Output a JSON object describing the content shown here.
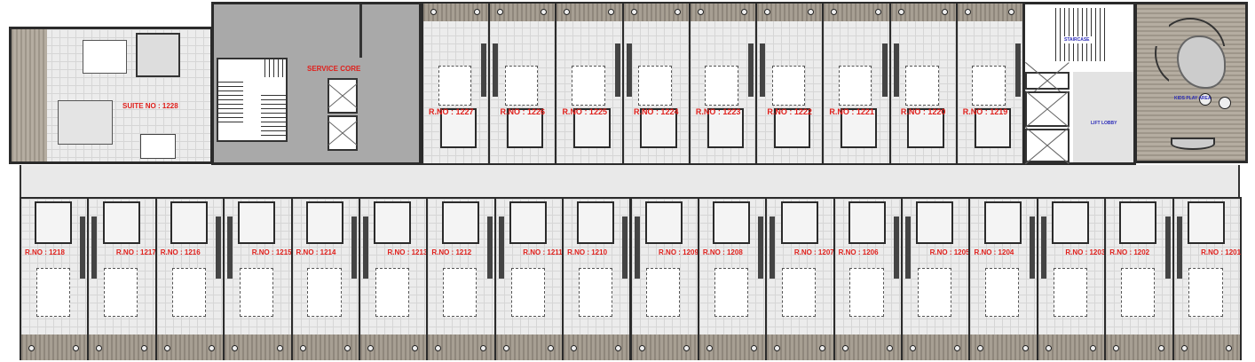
{
  "suite": {
    "label": "SUITE NO : 1228"
  },
  "service_core": {
    "label": "SERVICE CORE"
  },
  "staircase": {
    "label": "STAIRCASE"
  },
  "lift_lobby": {
    "label": "LIFT LOBBY"
  },
  "kids_play_area": {
    "label": "KIDS PLAY AREA"
  },
  "top_rooms": [
    "R.NO : 1227",
    "R.NO : 1226",
    "R.NO : 1225",
    "R.NO : 1224",
    "R.NO : 1223",
    "R.NO : 1222",
    "R.NO : 1221",
    "R.NO : 1220",
    "R.NO : 1219"
  ],
  "bottom_rooms": [
    "R.NO : 1218",
    "R.NO : 1217",
    "R.NO : 1216",
    "R.NO : 1215",
    "R.NO : 1214",
    "R.NO : 1213",
    "R.NO : 1212",
    "R.NO : 1211",
    "R.NO : 1210",
    "R.NO : 1209",
    "R.NO : 1208",
    "R.NO : 1207",
    "R.NO : 1206",
    "R.NO : 1205",
    "R.NO : 1204",
    "R.NO : 1203",
    "R.NO : 1202",
    "R.NO : 1201"
  ],
  "colors": {
    "walls": "#2b2b2b",
    "room_label": "#e0201c",
    "annotation": "#2a2ab8",
    "service": "#a9a9a9",
    "deck": "#a79f93"
  }
}
